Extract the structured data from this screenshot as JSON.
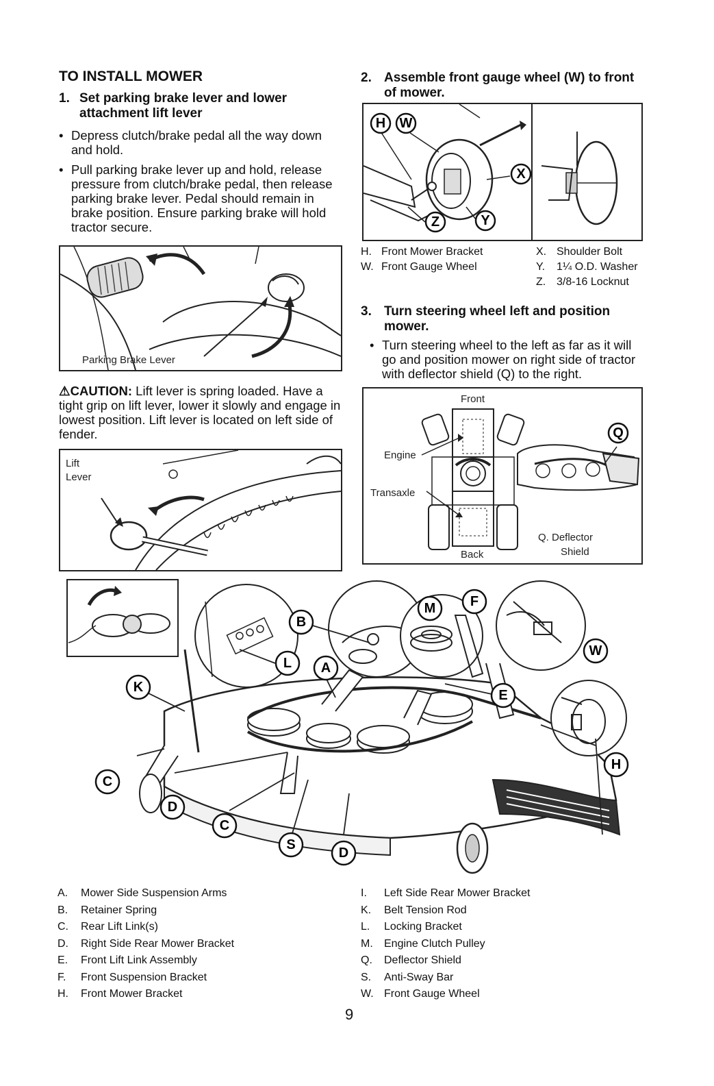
{
  "left_col": {
    "heading": "TO INSTALL MOWER",
    "step1_num": "1.",
    "step1_title": "Set parking brake lever and lower attachment lift lever",
    "bullet1": "Depress clutch/brake pedal all the way down and hold.",
    "bullet2": "Pull parking brake lever up and hold, release pressure from clutch/brake pedal, then release parking brake lever. Pedal should remain in brake position. Ensure parking brake will hold tractor secure.",
    "fig1_label": "Parking Brake Lever",
    "caution_label": "CAUTION:",
    "caution_text": "Lift lever is spring loaded. Have a tight grip on lift lever, lower it slowly and engage in lowest position. Lift lever is located on left side of fender.",
    "fig2_label_line1": "Lift",
    "fig2_label_line2": "Lever"
  },
  "right_col": {
    "step2_num": "2.",
    "step2_title": "Assemble front gauge wheel (W) to front of mower.",
    "fig3_callouts": [
      "H",
      "W",
      "X",
      "Z",
      "Y"
    ],
    "parts_table": [
      {
        "k1": "H.",
        "v1": "Front Mower Bracket",
        "k2": "X.",
        "v2": "Shoulder Bolt"
      },
      {
        "k1": "W.",
        "v1": "Front Gauge Wheel",
        "k2": "Y.",
        "v2": "1¼ O.D. Washer"
      },
      {
        "k1": "",
        "v1": "",
        "k2": "Z.",
        "v2": "3/8-16 Locknut"
      }
    ],
    "step3_num": "3.",
    "step3_title": "Turn steering wheel left and position mower.",
    "bullet3": "Turn steering wheel to the left as far as it will go and position mower on right side of tractor with deflector shield (Q) to the right.",
    "fig4": {
      "front": "Front",
      "engine": "Engine",
      "transaxle": "Transaxle",
      "back": "Back",
      "callout": "Q",
      "q_label_line1": "Q. Deflector",
      "q_label_line2": "Shield"
    }
  },
  "big_figure": {
    "callouts": [
      "B",
      "M",
      "F",
      "W",
      "L",
      "A",
      "K",
      "E",
      "H",
      "C",
      "D",
      "C",
      "S",
      "D"
    ]
  },
  "legend_left": [
    {
      "key": "A.",
      "text": "Mower Side Suspension Arms"
    },
    {
      "key": "B.",
      "text": "Retainer Spring"
    },
    {
      "key": "C.",
      "text": "Rear Lift Link(s)"
    },
    {
      "key": "D.",
      "text": "Right Side Rear Mower Bracket"
    },
    {
      "key": "E.",
      "text": "Front Lift Link Assembly"
    },
    {
      "key": "F.",
      "text": "Front Suspension Bracket"
    },
    {
      "key": "H.",
      "text": "Front Mower Bracket"
    }
  ],
  "legend_right": [
    {
      "key": "I.",
      "text": "Left Side Rear Mower Bracket"
    },
    {
      "key": "K.",
      "text": "Belt Tension Rod"
    },
    {
      "key": "L.",
      "text": "Locking Bracket"
    },
    {
      "key": "M.",
      "text": "Engine Clutch Pulley"
    },
    {
      "key": "Q.",
      "text": "Deflector Shield"
    },
    {
      "key": "S.",
      "text": "Anti-Sway Bar"
    },
    {
      "key": "W.",
      "text": "Front Gauge Wheel"
    }
  ],
  "page_number": "9"
}
